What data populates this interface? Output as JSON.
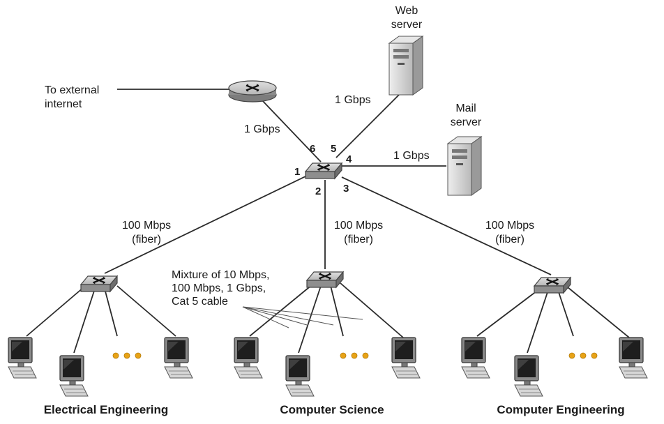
{
  "colors": {
    "link": "#2b2b2b",
    "device_body": "#9a9a9a",
    "device_top": "#c8c8c8",
    "server_body": "#d9d9d9",
    "dots": "#e8a317"
  },
  "labels": {
    "external": [
      "To external",
      "internet"
    ],
    "web_server": [
      "Web",
      "server"
    ],
    "mail_server": [
      "Mail",
      "server"
    ],
    "gbps_router": "1 Gbps",
    "gbps_web": "1 Gbps",
    "gbps_mail": "1 Gbps",
    "fiber_left": [
      "100 Mbps",
      "(fiber)"
    ],
    "fiber_mid": [
      "100 Mbps",
      "(fiber)"
    ],
    "fiber_right": [
      "100 Mbps",
      "(fiber)"
    ],
    "mixture": [
      "Mixture of 10 Mbps,",
      "100 Mbps, 1 Gbps,",
      "Cat 5 cable"
    ]
  },
  "ports": [
    "1",
    "2",
    "3",
    "4",
    "5",
    "6"
  ],
  "departments": [
    "Electrical Engineering",
    "Computer Science",
    "Computer Engineering"
  ],
  "icons": {
    "router": "router-icon",
    "switch": "switch-icon",
    "server": "server-icon",
    "host": "computer-icon"
  }
}
